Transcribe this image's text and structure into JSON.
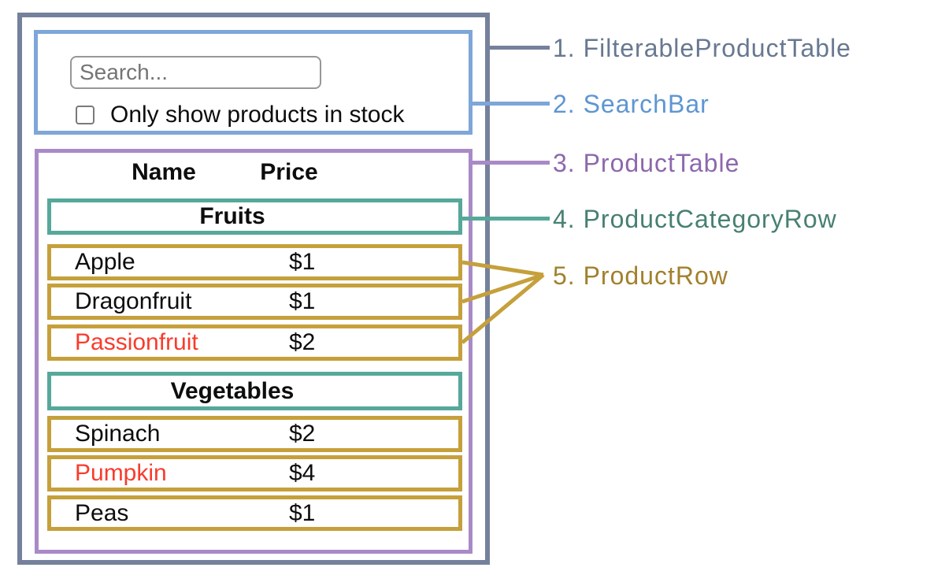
{
  "search": {
    "placeholder": "Search...",
    "checkbox_label": "Only show products in stock"
  },
  "table": {
    "headers": {
      "name": "Name",
      "price": "Price"
    },
    "categories": [
      {
        "label": "Fruits",
        "products": [
          {
            "name": "Apple",
            "price": "$1",
            "in_stock": true
          },
          {
            "name": "Dragonfruit",
            "price": "$1",
            "in_stock": true
          },
          {
            "name": "Passionfruit",
            "price": "$2",
            "in_stock": false
          }
        ]
      },
      {
        "label": "Vegetables",
        "products": [
          {
            "name": "Spinach",
            "price": "$2",
            "in_stock": true
          },
          {
            "name": "Pumpkin",
            "price": "$4",
            "in_stock": false
          },
          {
            "name": "Peas",
            "price": "$1",
            "in_stock": true
          }
        ]
      }
    ]
  },
  "legend": {
    "items": [
      {
        "label": "1. FilterableProductTable",
        "color": "#687891"
      },
      {
        "label": "2. SearchBar",
        "color": "#5e96d2"
      },
      {
        "label": "3. ProductTable",
        "color": "#8d68ad"
      },
      {
        "label": "4. ProductCategoryRow",
        "color": "#478072"
      },
      {
        "label": "5. ProductRow",
        "color": "#a2802d"
      }
    ]
  },
  "colors": {
    "outer_border": "#75819c",
    "searchbar_border": "#7ea6d8",
    "product_table_border": "#a98ac7",
    "category_row_border": "#56a89a",
    "product_row_border": "#c5a03b",
    "out_of_stock_text": "#f93b2b"
  }
}
